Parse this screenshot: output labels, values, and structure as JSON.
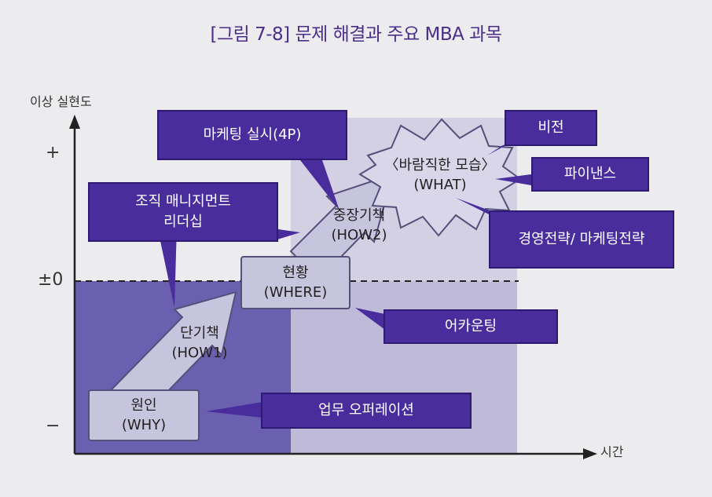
{
  "title": "[그림 7-8] 문제 해결과 주요 MBA 과목",
  "axes": {
    "y_label": "이상 실현도",
    "x_label": "시간",
    "tick_plus": "+",
    "tick_zero": "±0",
    "tick_minus": "−"
  },
  "nodes": {
    "why": {
      "line1": "원인",
      "line2": "(WHY)"
    },
    "how1": {
      "line1": "단기책",
      "line2": "(HOW1)"
    },
    "where": {
      "line1": "현황",
      "line2": "(WHERE)"
    },
    "how2": {
      "line1": "중장기책",
      "line2": "(HOW2)"
    },
    "what": {
      "line1": "〈바람직한 모습〉",
      "line2": "(WHAT)"
    }
  },
  "subjects": {
    "operations": "업무 오퍼레이션",
    "leadership_line1": "조직 매니지먼트",
    "leadership_line2": "리더십",
    "marketing_exec": "마케팅 실시(4P)",
    "accounting": "어카운팅",
    "vision": "비전",
    "finance": "파이낸스",
    "strategy": "경영전략/ 마케팅전략"
  },
  "colors": {
    "accent": "#4a2d9c",
    "lower_band": "#6b5fb0",
    "mid_band": "#bebad8",
    "upper_band": "#d3d0e3"
  }
}
